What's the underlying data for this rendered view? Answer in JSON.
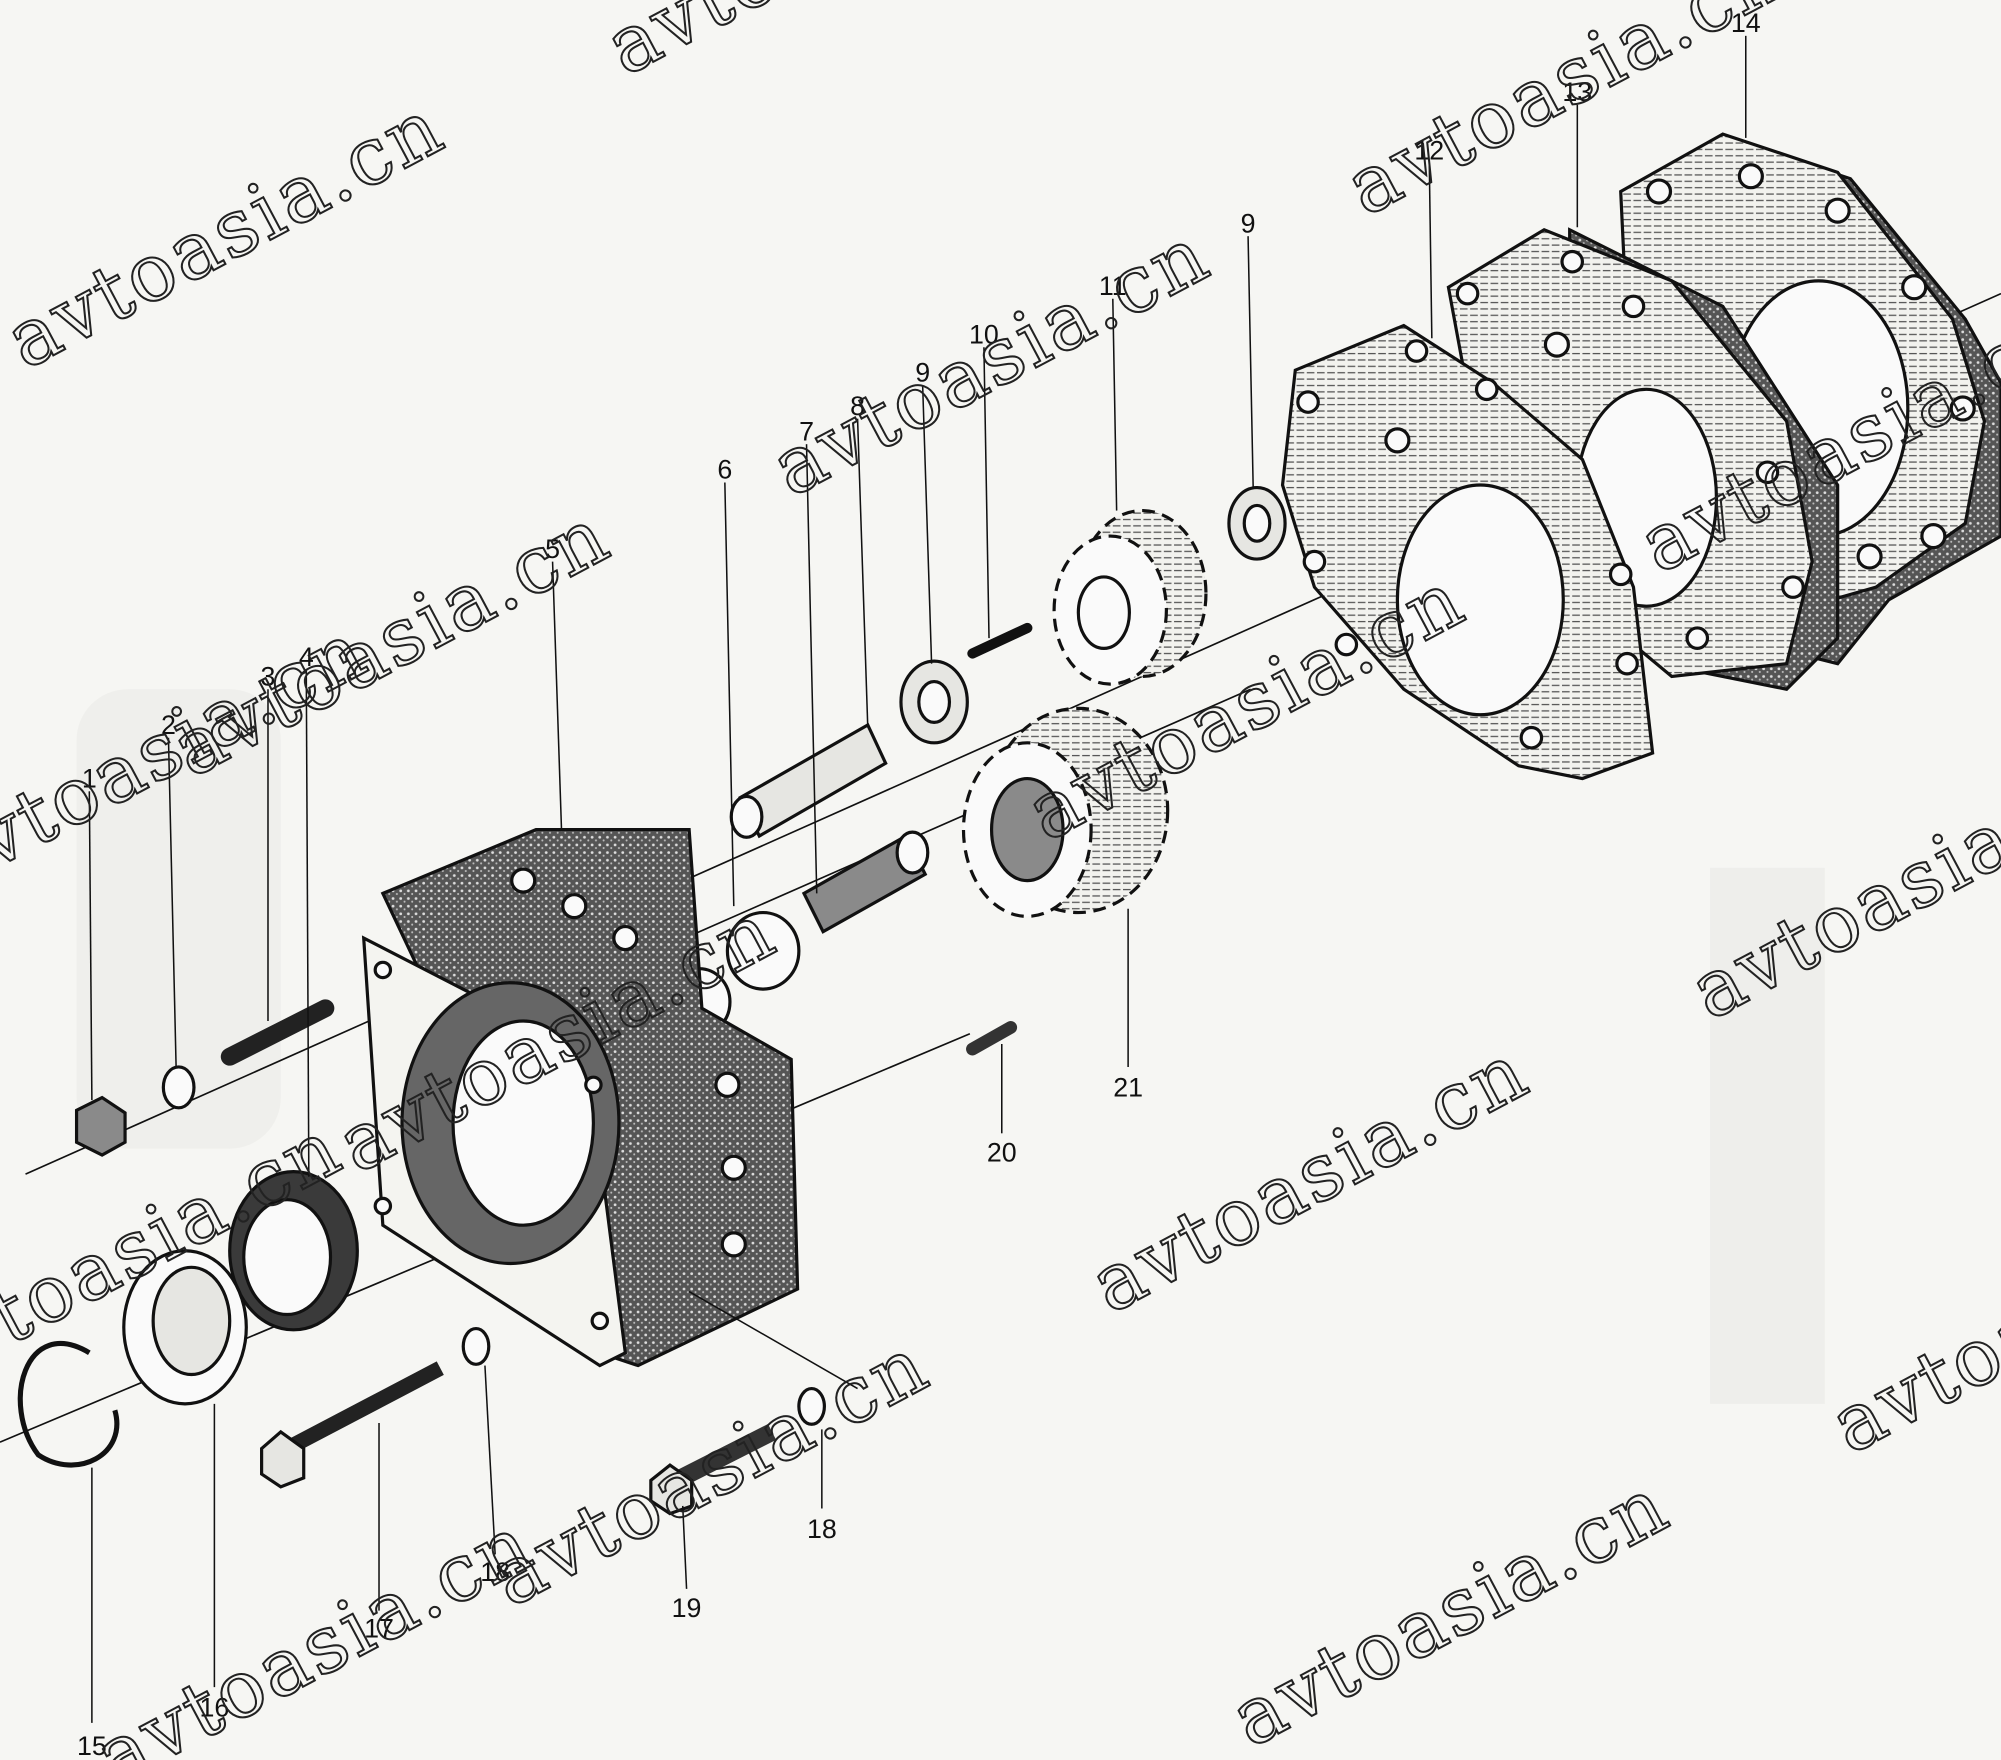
{
  "diagram": {
    "watermark": "avtoasia.cn",
    "labels": {
      "n1": "1",
      "n2": "2",
      "n3": "3",
      "n4": "4",
      "n5": "5",
      "n6": "6",
      "n7": "7",
      "n8": "8",
      "n9a": "9",
      "n9b": "9",
      "n10": "10",
      "n11": "11",
      "n12": "12",
      "n13": "13",
      "n14": "14",
      "n15": "15",
      "n16": "16",
      "n17": "17",
      "n18a": "18",
      "n18b": "18",
      "n19": "19",
      "n20": "20",
      "n21": "21"
    }
  }
}
